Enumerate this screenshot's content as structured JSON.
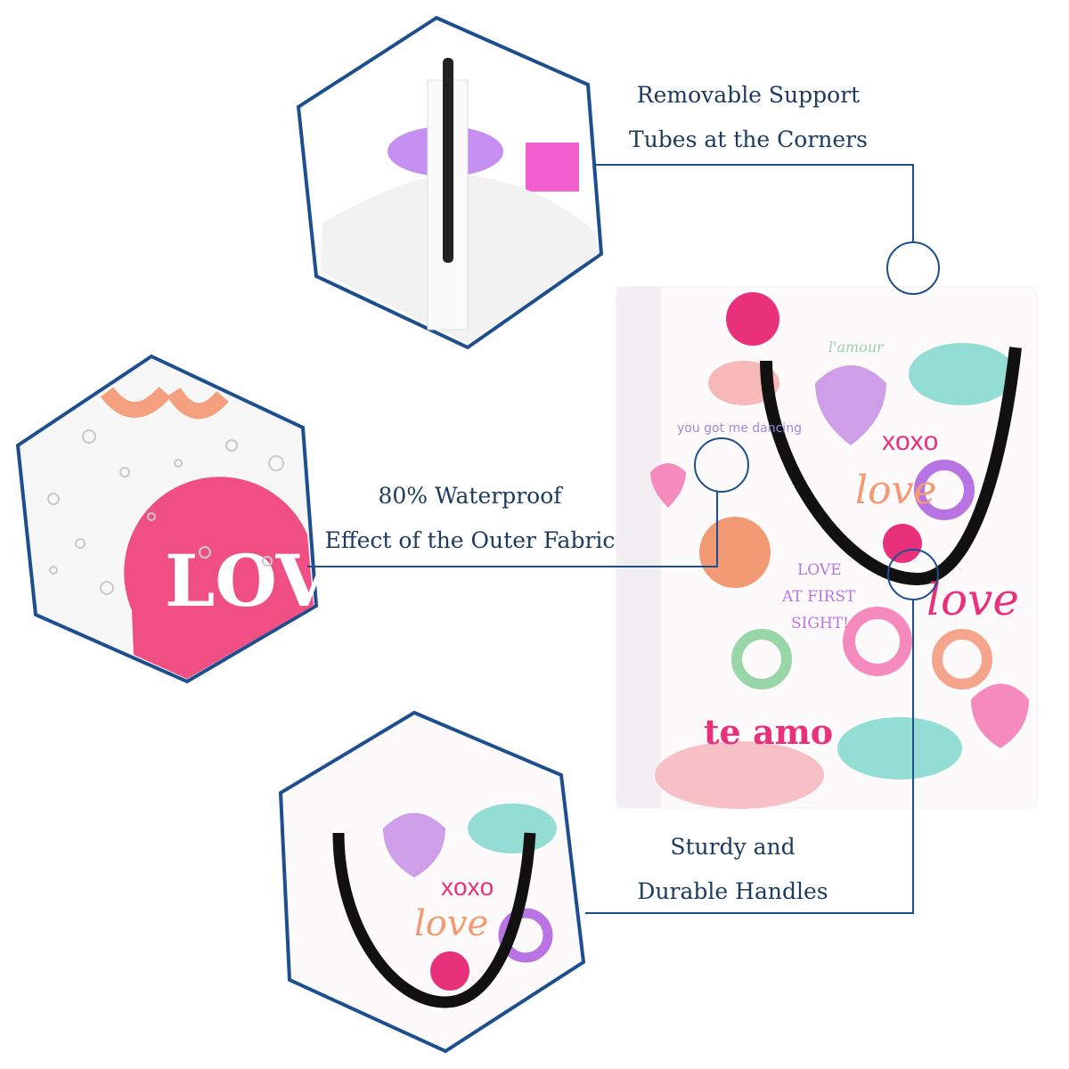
{
  "callouts": {
    "support": {
      "line1": "Removable Support",
      "line2": "Tubes at the Corners"
    },
    "waterproof": {
      "line1": "80% Waterproof",
      "line2": "Effect of the Outer Fabric"
    },
    "handles": {
      "line1": "Sturdy and",
      "line2": "Durable Handles"
    }
  },
  "pattern": {
    "xoxo": "xoxo",
    "love": "love",
    "te_amo": "te amo",
    "first_sight": [
      "LOVE",
      "AT FIRST",
      "SIGHT!"
    ],
    "dancing": "you got me dancing",
    "lamour": "l'amour",
    "love_block": "LOVE"
  },
  "colors": {
    "line": "#1d4f8f",
    "text": "#1b3a5e",
    "pink": "#e9307a",
    "mint": "#7fd3c7",
    "lilac": "#c18ef0",
    "peach": "#f2a07f"
  }
}
